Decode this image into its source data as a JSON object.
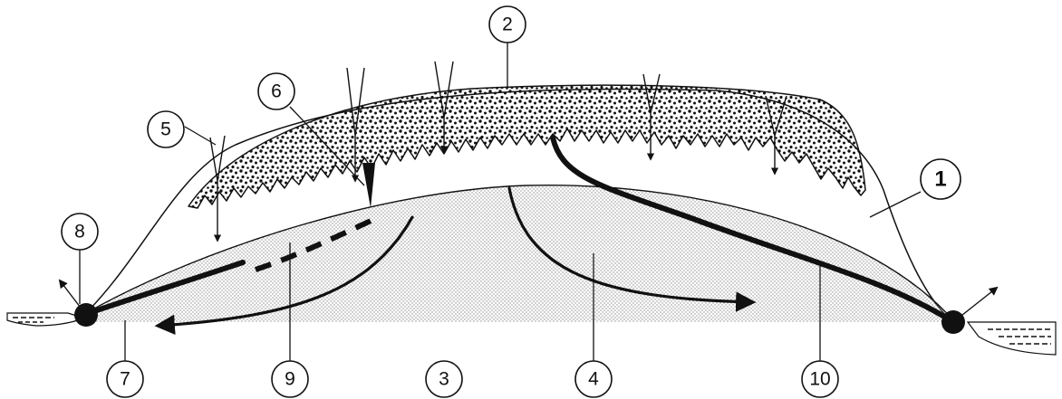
{
  "labels": {
    "l1": "1",
    "l2": "2",
    "l3": "3",
    "l4": "4",
    "l5": "5",
    "l6": "6",
    "l7": "7",
    "l8": "8",
    "l9": "9",
    "l10": "10"
  },
  "colors": {
    "ink": "#111111",
    "background": "#ffffff",
    "stipple_light": "#9a9a9a",
    "stipple_dark": "#111111"
  }
}
